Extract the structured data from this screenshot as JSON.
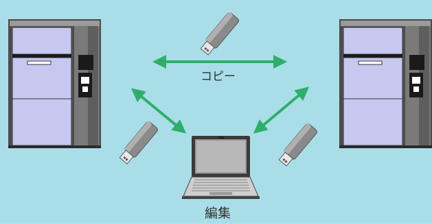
{
  "labels": {
    "copy": "コピー",
    "edit": "編集"
  },
  "colors": {
    "background": "#a9dde8",
    "arrow": "#2eae6b",
    "cabinet_panel": "#c7c8ef",
    "cabinet_side": "#7a7a7a",
    "usb_body": "#8a8a8a"
  },
  "icons": [
    "equipment-cabinet-left",
    "equipment-cabinet-right",
    "laptop",
    "usb-drive",
    "bidirectional-arrow"
  ]
}
